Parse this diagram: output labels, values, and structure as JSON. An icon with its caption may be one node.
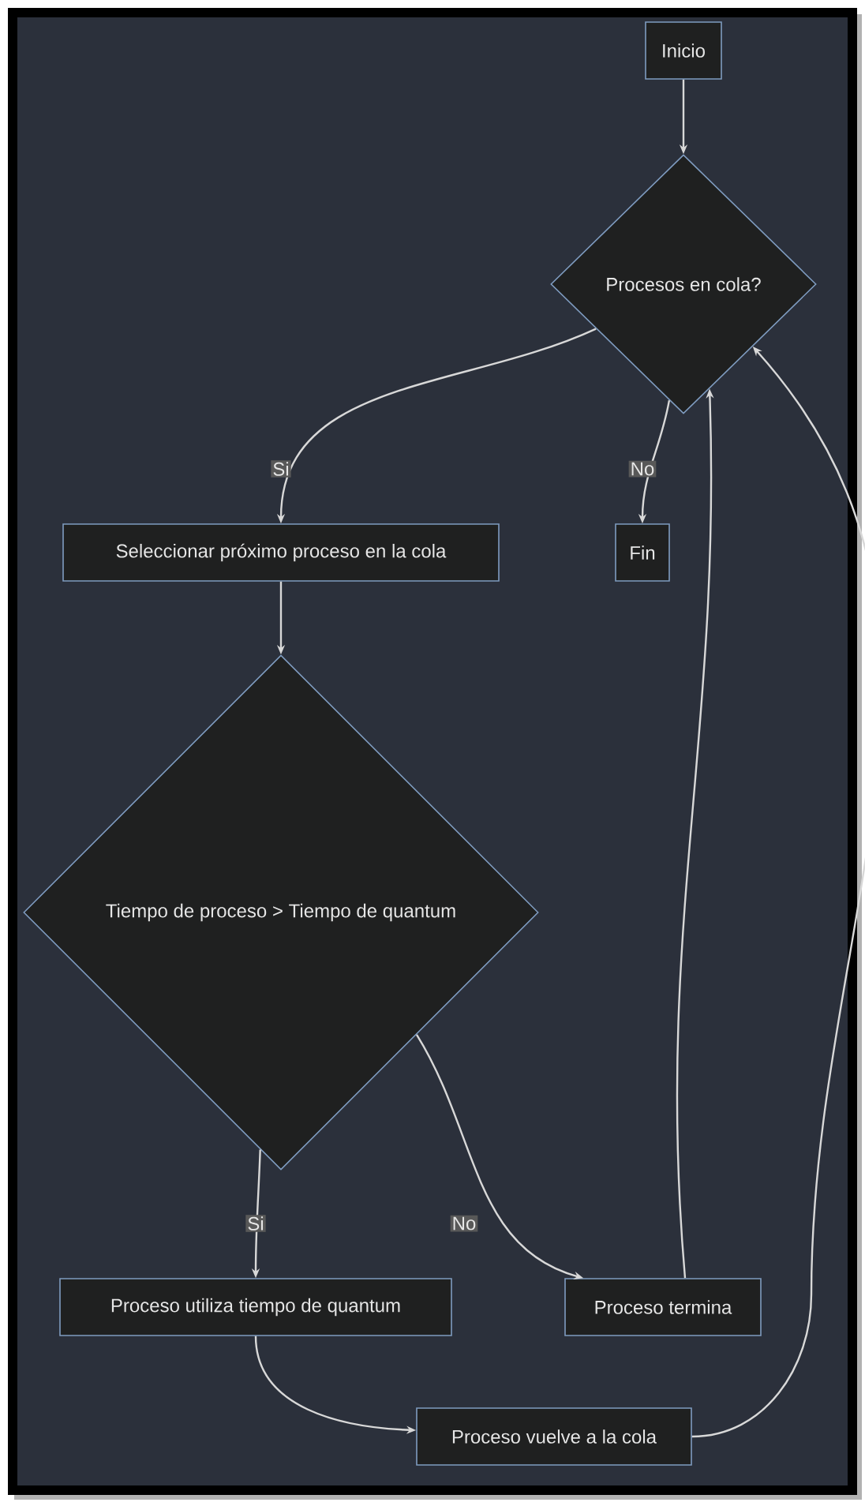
{
  "diagram": {
    "nodes": [
      {
        "text": [
          "Inicio"
        ]
      },
      {
        "text": [
          "Procesos en cola?"
        ]
      },
      {
        "text": [
          "Seleccionar próximo proceso en la cola"
        ]
      },
      {
        "text": [
          "Fin"
        ]
      },
      {
        "text": [
          "Tiempo de proceso > Tiempo de quantum"
        ]
      },
      {
        "text": [
          "Proceso utiliza tiempo de quantum"
        ]
      },
      {
        "text": [
          "Proceso termina"
        ]
      },
      {
        "text": [
          "Proceso vuelve a la cola"
        ]
      }
    ],
    "edges": [
      {
        "from": 0,
        "to": 1,
        "arrow": "to"
      },
      {
        "from": 1,
        "to": 2,
        "arrow": "to",
        "label": "Si"
      },
      {
        "from": 1,
        "to": 3,
        "arrow": "to",
        "label": "No"
      },
      {
        "from": 2,
        "to": 4,
        "arrow": "to"
      },
      {
        "from": 4,
        "to": 5,
        "arrow": "to",
        "label": "Si"
      },
      {
        "from": 4,
        "to": 6,
        "arrow": "to",
        "label": "No"
      },
      {
        "from": 6,
        "to": 1,
        "arrow": "to"
      },
      {
        "from": 7,
        "to": 1,
        "arrow": "to"
      },
      {
        "from": 5,
        "to": 7,
        "arrow": "to"
      }
    ]
  }
}
